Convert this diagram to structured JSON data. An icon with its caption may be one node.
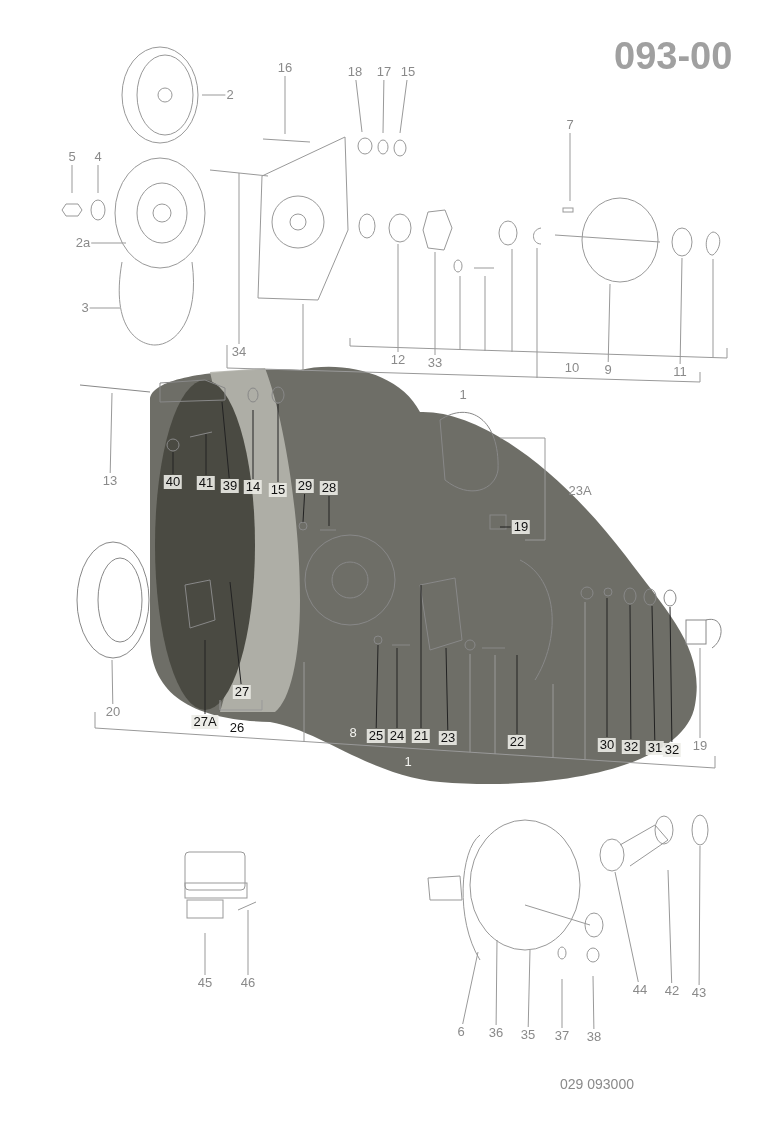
{
  "diagram": {
    "title": "093-00",
    "caption": "029 093000",
    "nodes": [
      {
        "text": [
          "2"
        ]
      },
      {
        "text": [
          "16"
        ]
      },
      {
        "text": [
          "18"
        ]
      },
      {
        "text": [
          "17"
        ]
      },
      {
        "text": [
          "15"
        ]
      },
      {
        "text": [
          "5"
        ]
      },
      {
        "text": [
          "4"
        ]
      },
      {
        "text": [
          "7"
        ]
      },
      {
        "text": [
          "2a"
        ]
      },
      {
        "text": [
          "3"
        ]
      },
      {
        "text": [
          "34"
        ]
      },
      {
        "text": [
          "12"
        ]
      },
      {
        "text": [
          "33"
        ]
      },
      {
        "text": [
          "9"
        ]
      },
      {
        "text": [
          "11"
        ]
      },
      {
        "text": [
          "13"
        ]
      },
      {
        "text": [
          "40"
        ]
      },
      {
        "text": [
          "41"
        ]
      },
      {
        "text": [
          "39"
        ]
      },
      {
        "text": [
          "14"
        ]
      },
      {
        "text": [
          "15"
        ]
      },
      {
        "text": [
          "29"
        ]
      },
      {
        "text": [
          "28"
        ]
      },
      {
        "text": [
          "19"
        ]
      },
      {
        "text": [
          "20"
        ]
      },
      {
        "text": [
          "27"
        ]
      },
      {
        "text": [
          "27A"
        ]
      },
      {
        "text": [
          "25"
        ]
      },
      {
        "text": [
          "24"
        ]
      },
      {
        "text": [
          "21"
        ]
      },
      {
        "text": [
          "23"
        ]
      },
      {
        "text": [
          "22"
        ]
      },
      {
        "text": [
          "30"
        ]
      },
      {
        "text": [
          "32"
        ]
      },
      {
        "text": [
          "31"
        ]
      },
      {
        "text": [
          "32"
        ]
      },
      {
        "text": [
          "19"
        ]
      },
      {
        "text": [
          "45"
        ]
      },
      {
        "text": [
          "46"
        ]
      },
      {
        "text": [
          "6"
        ]
      },
      {
        "text": [
          "36"
        ]
      },
      {
        "text": [
          "35"
        ]
      },
      {
        "text": [
          "37"
        ]
      },
      {
        "text": [
          "38"
        ]
      },
      {
        "text": [
          "44"
        ]
      },
      {
        "text": [
          "42"
        ]
      },
      {
        "text": [
          "43"
        ]
      }
    ],
    "edges": [
      {
        "from": 0,
        "to": null,
        "arrow": "none"
      },
      {
        "from": 1,
        "to": null,
        "arrow": "none"
      },
      {
        "from": 2,
        "to": null,
        "arrow": "none"
      },
      {
        "from": 3,
        "to": null,
        "arrow": "none"
      },
      {
        "from": 4,
        "to": null,
        "arrow": "none"
      },
      {
        "from": 5,
        "to": null,
        "arrow": "none"
      },
      {
        "from": 6,
        "to": null,
        "arrow": "none"
      },
      {
        "from": 7,
        "to": null,
        "arrow": "none"
      },
      {
        "from": 8,
        "to": null,
        "arrow": "none"
      },
      {
        "from": 9,
        "to": null,
        "arrow": "none"
      },
      {
        "from": 10,
        "to": null,
        "arrow": "none"
      },
      {
        "from": 11,
        "to": null,
        "arrow": "none"
      },
      {
        "from": 12,
        "to": null,
        "arrow": "none"
      },
      {
        "from": 13,
        "to": null,
        "arrow": "none"
      },
      {
        "from": 14,
        "to": null,
        "arrow": "none"
      },
      {
        "from": 15,
        "to": null,
        "arrow": "none"
      },
      {
        "from": 16,
        "to": null,
        "arrow": "none",
        "color": "#222222"
      },
      {
        "from": 17,
        "to": null,
        "arrow": "none",
        "color": "#222222"
      },
      {
        "from": 18,
        "to": null,
        "arrow": "none",
        "color": "#222222"
      },
      {
        "from": 19,
        "to": null,
        "arrow": "none",
        "color": "#222222"
      },
      {
        "from": 20,
        "to": null,
        "arrow": "none",
        "color": "#222222"
      },
      {
        "from": 21,
        "to": null,
        "arrow": "none",
        "color": "#222222"
      },
      {
        "from": 22,
        "to": null,
        "arrow": "none",
        "color": "#222222"
      },
      {
        "from": 23,
        "to": null,
        "arrow": "none",
        "color": "#222222"
      },
      {
        "from": 24,
        "to": null,
        "arrow": "none"
      },
      {
        "from": 25,
        "to": null,
        "arrow": "none",
        "color": "#222222"
      },
      {
        "from": 26,
        "to": null,
        "arrow": "none",
        "color": "#222222"
      },
      {
        "from": 27,
        "to": null,
        "arrow": "none",
        "color": "#222222"
      },
      {
        "from": 28,
        "to": null,
        "arrow": "none",
        "color": "#222222"
      },
      {
        "from": 29,
        "to": null,
        "arrow": "none",
        "color": "#222222"
      },
      {
        "from": 30,
        "to": null,
        "arrow": "none",
        "color": "#222222"
      },
      {
        "from": 31,
        "to": null,
        "arrow": "none",
        "color": "#222222"
      },
      {
        "from": 32,
        "to": null,
        "arrow": "none",
        "color": "#222222"
      },
      {
        "from": 33,
        "to": null,
        "arrow": "none",
        "color": "#222222"
      },
      {
        "from": 34,
        "to": null,
        "arrow": "none",
        "color": "#222222"
      },
      {
        "from": 35,
        "to": null,
        "arrow": "none",
        "color": "#222222"
      },
      {
        "from": 36,
        "to": null,
        "arrow": "none"
      },
      {
        "from": 37,
        "to": null,
        "arrow": "none"
      },
      {
        "from": 38,
        "to": null,
        "arrow": "none"
      },
      {
        "from": 39,
        "to": null,
        "arrow": "none"
      },
      {
        "from": 40,
        "to": null,
        "arrow": "none"
      },
      {
        "from": 41,
        "to": null,
        "arrow": "none"
      },
      {
        "from": 42,
        "to": null,
        "arrow": "none"
      },
      {
        "from": 43,
        "to": null,
        "arrow": "none"
      },
      {
        "from": 44,
        "to": null,
        "arrow": "none"
      },
      {
        "from": 45,
        "to": null,
        "arrow": "none"
      },
      {
        "from": 46,
        "to": null,
        "arrow": "none"
      }
    ],
    "labels": [
      "10",
      "1",
      "23A",
      "26",
      "8",
      "1"
    ]
  }
}
